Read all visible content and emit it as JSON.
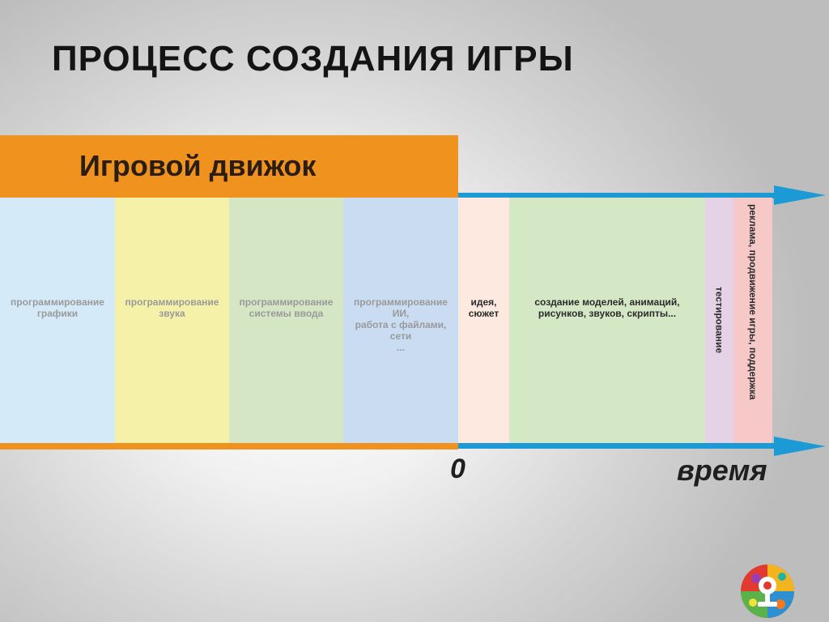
{
  "slide": {
    "title": "ПРОЦЕСС СОЗДАНИЯ ИГРЫ",
    "engine_label": "Игровой движок",
    "zero_label": "0",
    "time_label": "время"
  },
  "engine_columns": [
    {
      "text": "программирование\nграфики",
      "color": "#d5eaf8"
    },
    {
      "text": "программирование\nзвука",
      "color": "#f6f1a9"
    },
    {
      "text": "программирование\nсистемы ввода",
      "color": "#d4e6c4"
    },
    {
      "text": "программирование\nИИ,\nработа с файлами,\nсети\n...",
      "color": "#c9dcf1"
    }
  ],
  "process_columns": [
    {
      "text": "идея,\nсюжет",
      "color": "#fde9e0"
    },
    {
      "text": "создание моделей, анимаций,\nрисунков, звуков, скрипты...",
      "color": "#d5e8c6"
    },
    {
      "text": "тестирование",
      "color": "#e6d2e6"
    },
    {
      "text": "реклама, продвижение игры, поддержка",
      "color": "#f6c8c8"
    }
  ],
  "colors": {
    "engine_orange": "#f0921e",
    "timeline_blue": "#1c9ad6"
  },
  "icons": {
    "logo": "colorful-mosaic-circle-logo"
  }
}
